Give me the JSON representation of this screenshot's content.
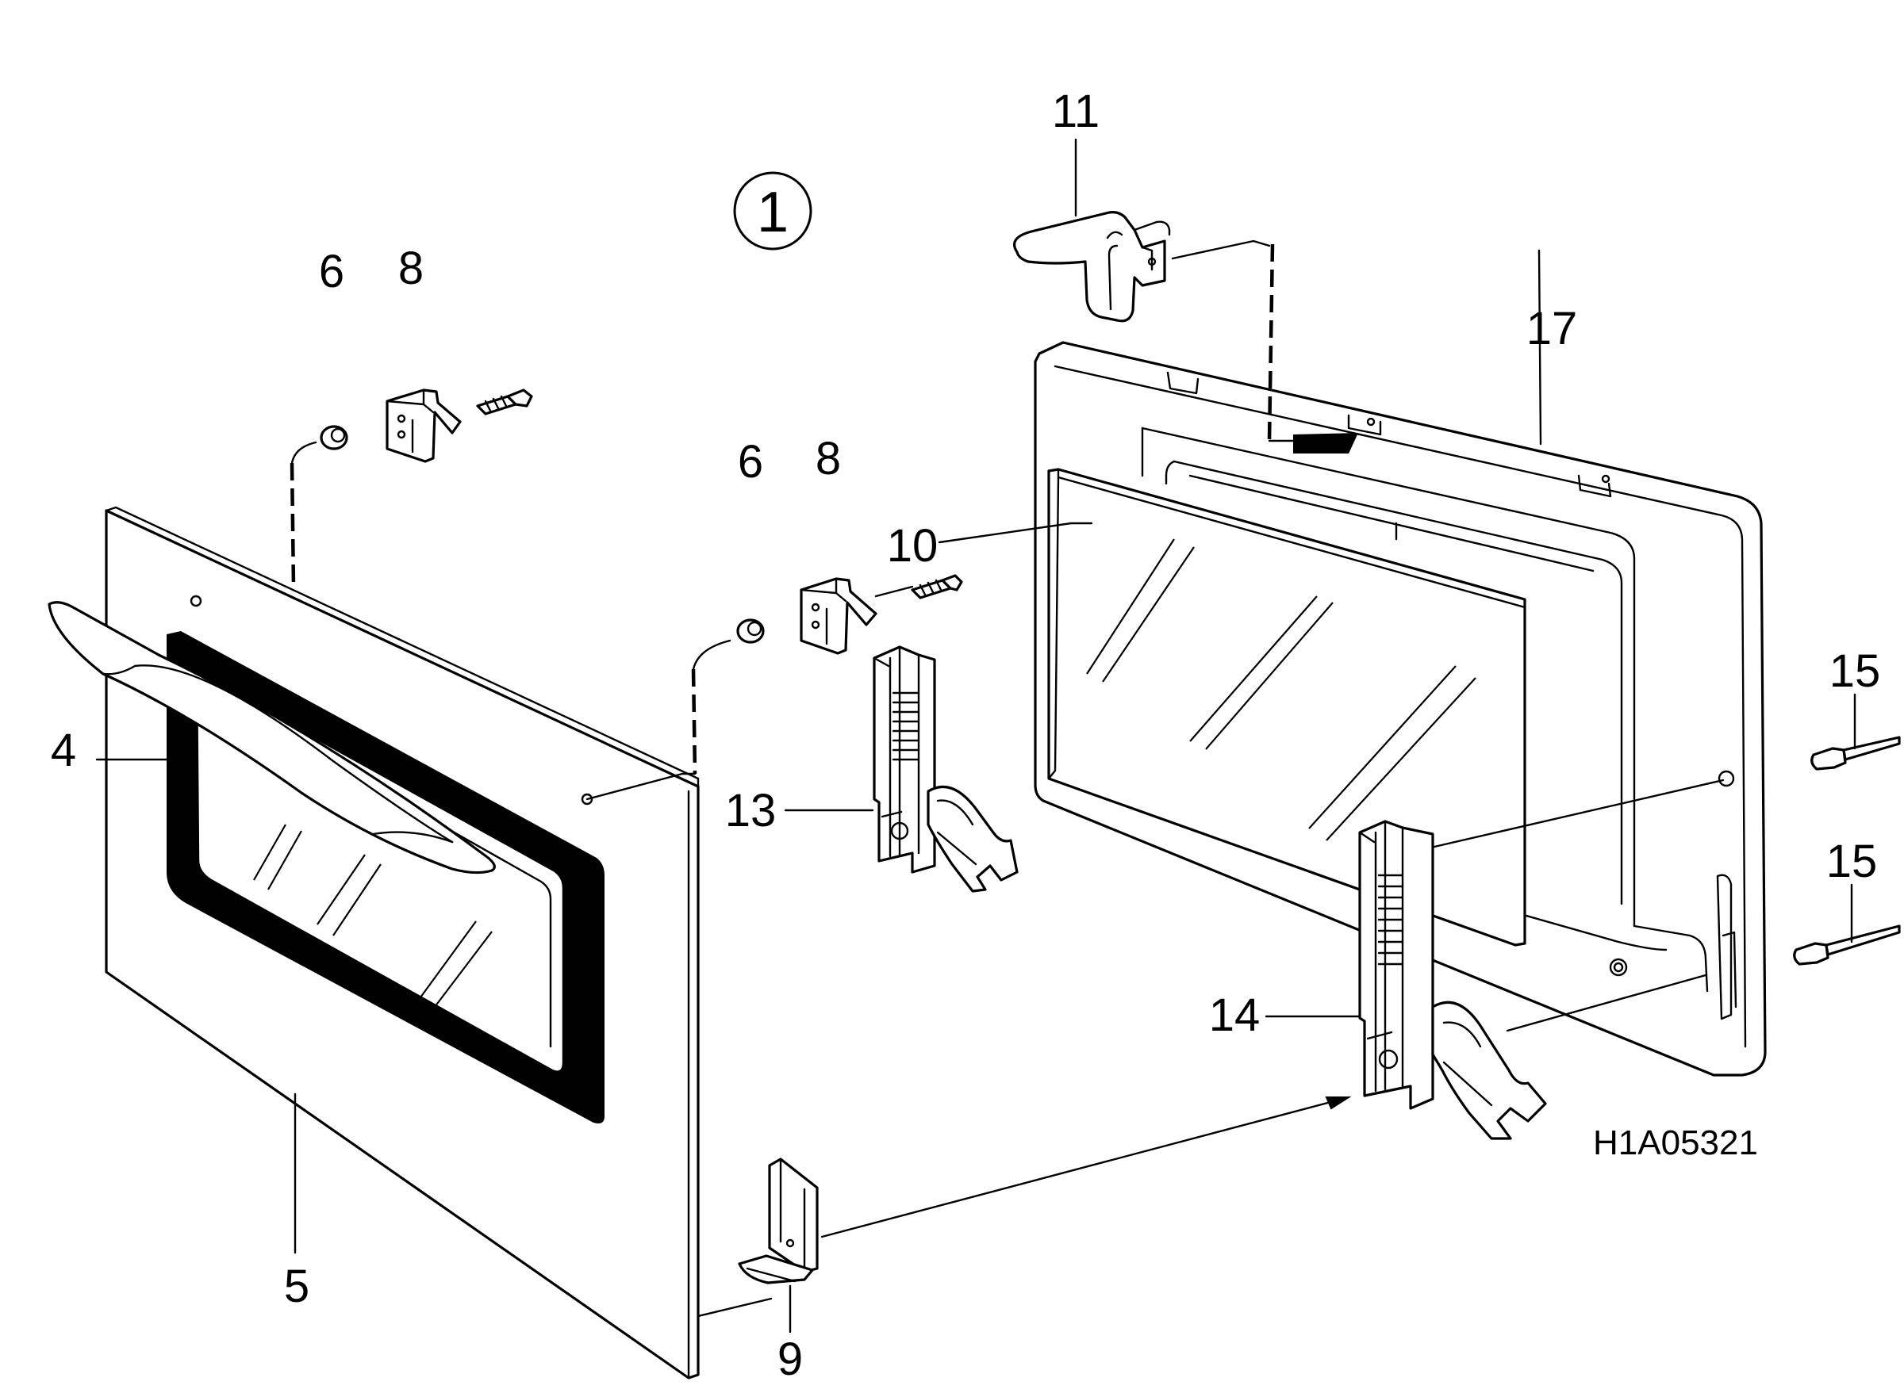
{
  "figure_number": "1",
  "drawing_code": "H1A05321",
  "callouts": [
    {
      "id": "c11",
      "text": "11"
    },
    {
      "id": "c17",
      "text": "17"
    },
    {
      "id": "c6a",
      "text": "6"
    },
    {
      "id": "c8a",
      "text": "8"
    },
    {
      "id": "c6b",
      "text": "6"
    },
    {
      "id": "c8b",
      "text": "8"
    },
    {
      "id": "c10",
      "text": "10"
    },
    {
      "id": "c4",
      "text": "4"
    },
    {
      "id": "c13",
      "text": "13"
    },
    {
      "id": "c15a",
      "text": "15"
    },
    {
      "id": "c15b",
      "text": "15"
    },
    {
      "id": "c14",
      "text": "14"
    },
    {
      "id": "c5",
      "text": "5"
    },
    {
      "id": "c9",
      "text": "9"
    }
  ]
}
